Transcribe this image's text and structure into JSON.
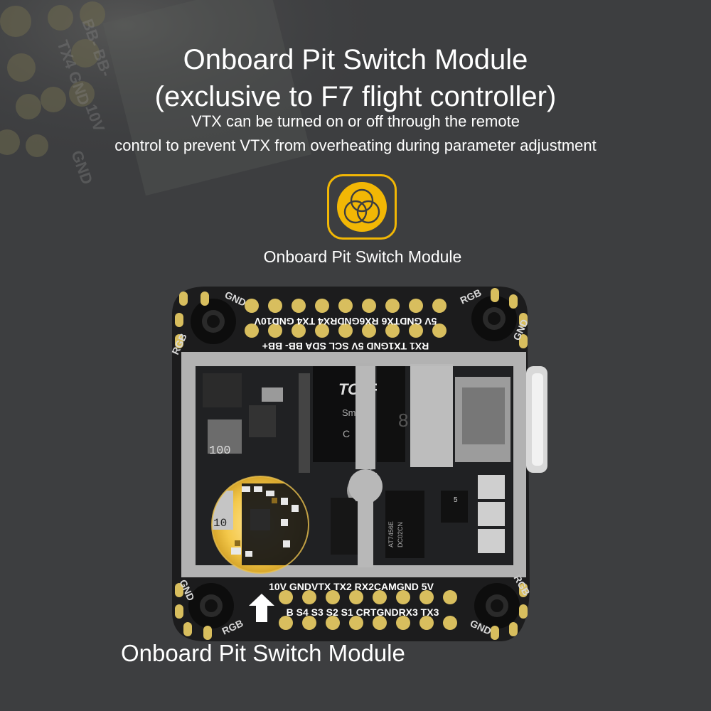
{
  "heading": {
    "line1": "Onboard Pit Switch Module",
    "line2": "(exclusive to F7 flight controller)"
  },
  "description": {
    "line1": "VTX can be turned on or off through the remote",
    "line2": "control to prevent VTX from overheating during parameter adjustment"
  },
  "feature_icon": {
    "icon_name": "three-circles-venn-icon",
    "label": "Onboard Pit Switch Module",
    "accent_color": "#f2b705"
  },
  "board": {
    "brand": "TOPFI",
    "top_row_outer": "5V GNDTX6 RX6GNDRX4 TX4 GND10V",
    "top_row_inner": "RX1 TX1GND 5V SCL SDA BB- BB+",
    "bottom_row_inner": "10V GNDVTX TX2 RX2CAMGND 5V",
    "bottom_row_outer": "B S4 S3 S2 S1 CRTGNDRX3 TX3",
    "corner_top_left": "GND",
    "corner_top_left_side": "RGB",
    "corner_top_right": "RGB",
    "corner_top_right_side": "GND",
    "corner_bottom_left": "GND",
    "corner_bottom_left_side": "RGB",
    "corner_bottom_right": "RGB",
    "corner_bottom_right_side": "GND",
    "chip_marking": "AT7456E",
    "chip_marking2": "DC02CN",
    "inductor_label": "100",
    "label_s": "Sm",
    "label_c": "C",
    "label_digit": "8",
    "label_5": "5"
  },
  "callout": {
    "label": "Onboard Pit Switch Module",
    "arrow_icon": "arrow-up-icon"
  },
  "background": {
    "silk_a": "BB- BB-",
    "silk_b": "TX4 GND",
    "silk_c": "10V",
    "silk_d": "GND"
  }
}
